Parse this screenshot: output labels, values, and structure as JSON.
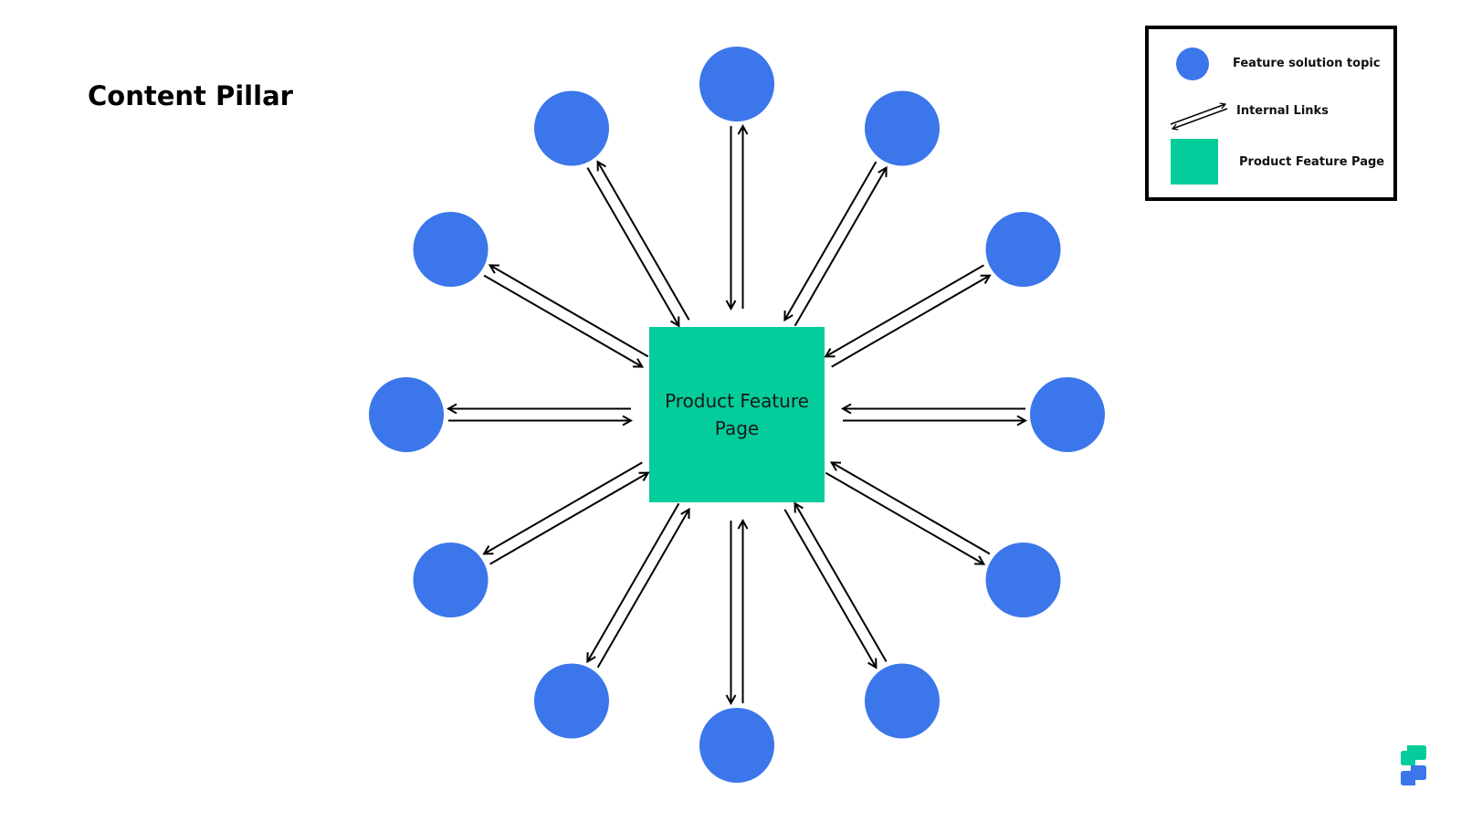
{
  "title": "Content Pillar",
  "center": {
    "label_line1": "Product Feature",
    "label_line2": "Page"
  },
  "topic_node_count": 12,
  "legend": {
    "topic_label": "Feature solution topic",
    "links_label": "Internal Links",
    "page_label": "Product Feature Page"
  },
  "colors": {
    "topic": "#3b76ea",
    "page": "#04cc9b",
    "arrow": "#000000",
    "logo_top": "#04cc9b",
    "logo_bottom": "#3b76ea"
  },
  "icons": {
    "logo": "brand-logo-icon"
  }
}
